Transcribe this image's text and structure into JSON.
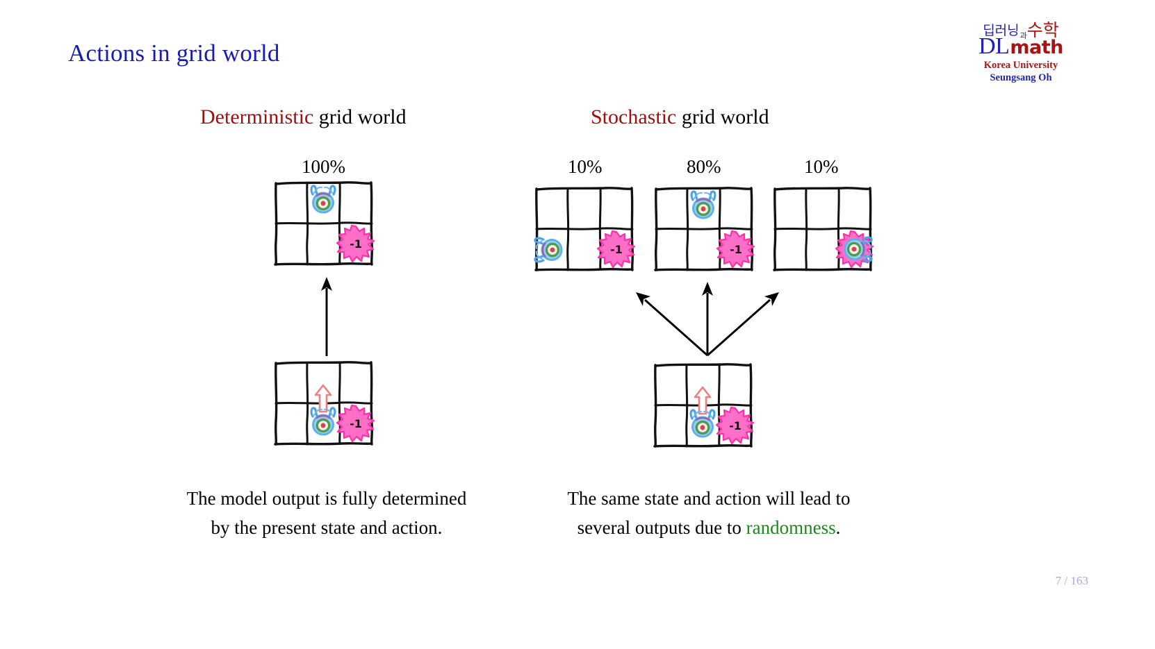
{
  "slide": {
    "title": "Actions in grid world",
    "page_number": "7 / 163"
  },
  "logo": {
    "kr_blue": "딥러닝",
    "kr_small": "과",
    "kr_red": "수학",
    "dl": "DL",
    "math": "math",
    "university": "Korea University",
    "author": "Seungsang Oh",
    "colors": {
      "blue": "#2020c0",
      "red": "#b01010"
    }
  },
  "columns": {
    "deterministic": {
      "heading_emphasis": "Deterministic",
      "heading_rest": " grid world",
      "percent": "100%",
      "caption_line1": "The model output is fully determined",
      "caption_line2": "by the present state and action."
    },
    "stochastic": {
      "heading_emphasis": "Stochastic",
      "heading_rest": " grid world",
      "percent_left": "10%",
      "percent_center": "80%",
      "percent_right": "10%",
      "caption_line1": "The same state and action will lead to",
      "caption_line2_pre": "several outputs due to ",
      "caption_line2_highlight": "randomness",
      "caption_line2_post": "."
    }
  },
  "grid_cells": {
    "penalty_label": "-1"
  },
  "colors": {
    "title": "#1a1ab4",
    "heading_emphasis": "#a50d0d",
    "text": "#000000",
    "randomness_green": "#1a8a1a",
    "penalty_pink": "#ff6ec7",
    "agent_green": "#4a9b4a",
    "agent_blue": "#4aa3e8",
    "agent_red": "#d8434f",
    "action_arrow_pink": "#f08080",
    "page_number": "#a7a7dd"
  }
}
